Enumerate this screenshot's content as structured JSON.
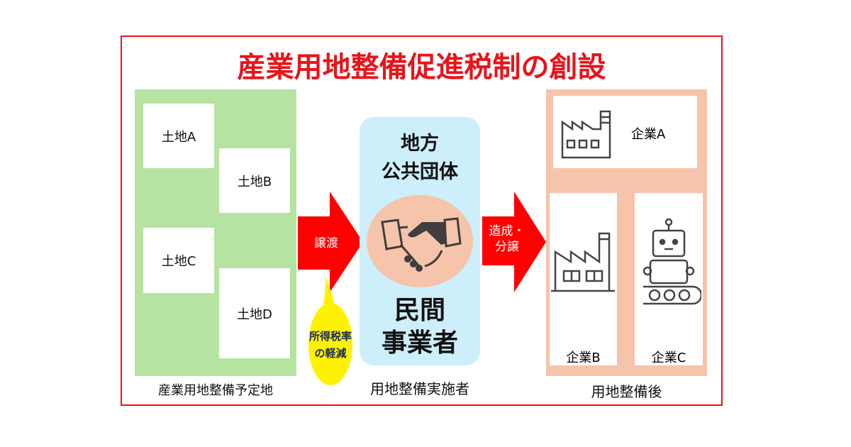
{
  "title": "産業用地整備促進税制の創設",
  "left": {
    "lands": [
      "土地A",
      "土地B",
      "土地C",
      "土地D"
    ],
    "caption": "産業用地整備予定地"
  },
  "arrow1": {
    "label": "譲渡"
  },
  "bubble": {
    "line1": "所得税率",
    "line2": "の軽減"
  },
  "center": {
    "top1": "地方",
    "top2": "公共団体",
    "bottom1": "民間",
    "bottom2": "事業者",
    "caption": "用地整備実施者"
  },
  "arrow2": {
    "line1": "造成・",
    "line2": "分譲"
  },
  "right": {
    "companies": [
      "企業A",
      "企業B",
      "企業C"
    ],
    "caption": "用地整備後"
  },
  "colors": {
    "red": "#e8141b",
    "green": "#b5e3a1",
    "blue": "#cdeefb",
    "peach": "#f5c4aa",
    "yellow": "#fff200"
  }
}
